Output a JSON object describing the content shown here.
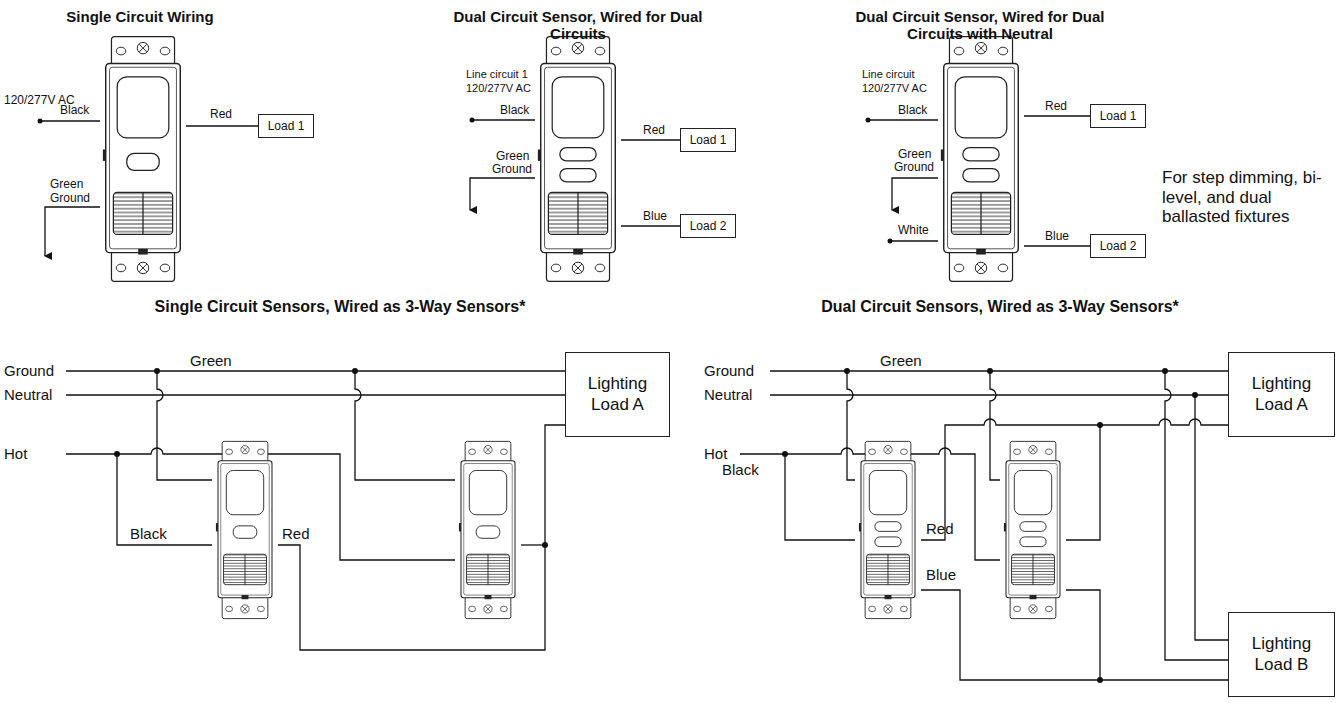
{
  "diagram": {
    "nodes": [
      {
        "text": [
          "Load 1"
        ]
      },
      {
        "text": [
          "Load 1"
        ]
      },
      {
        "text": [
          "Load 2"
        ]
      },
      {
        "text": [
          "Load 1"
        ]
      },
      {
        "text": [
          "Load 2"
        ]
      },
      {
        "text": [
          "Lighting Load A"
        ]
      },
      {
        "text": [
          "Lighting Load A"
        ]
      },
      {
        "text": [
          "Lighting Load B"
        ]
      }
    ],
    "labels": [
      "Single Circuit Wiring",
      "Dual Circuit Sensor, Wired for Dual Circuits",
      "Dual Circuit Sensor, Wired for Dual Circuits with Neutral",
      "120/277V AC",
      "Black",
      "Red",
      "Green",
      "Ground",
      "Line circuit 1",
      "120/277V AC",
      "Black",
      "Green",
      "Ground",
      "Red",
      "Blue",
      "Line circuit",
      "120/277V AC",
      "Black",
      "Green",
      "Ground",
      "White",
      "Red",
      "Blue",
      "For step dimming, bi-level, and dual ballasted fixtures",
      "Single Circuit Sensors, Wired as 3-Way Sensors*",
      "Ground",
      "Green",
      "Neutral",
      "Hot",
      "Black",
      "Red",
      "Dual Circuit Sensors, Wired as 3-Way Sensors*",
      "Ground",
      "Green",
      "Neutral",
      "Hot",
      "Black",
      "Red",
      "Blue"
    ]
  }
}
